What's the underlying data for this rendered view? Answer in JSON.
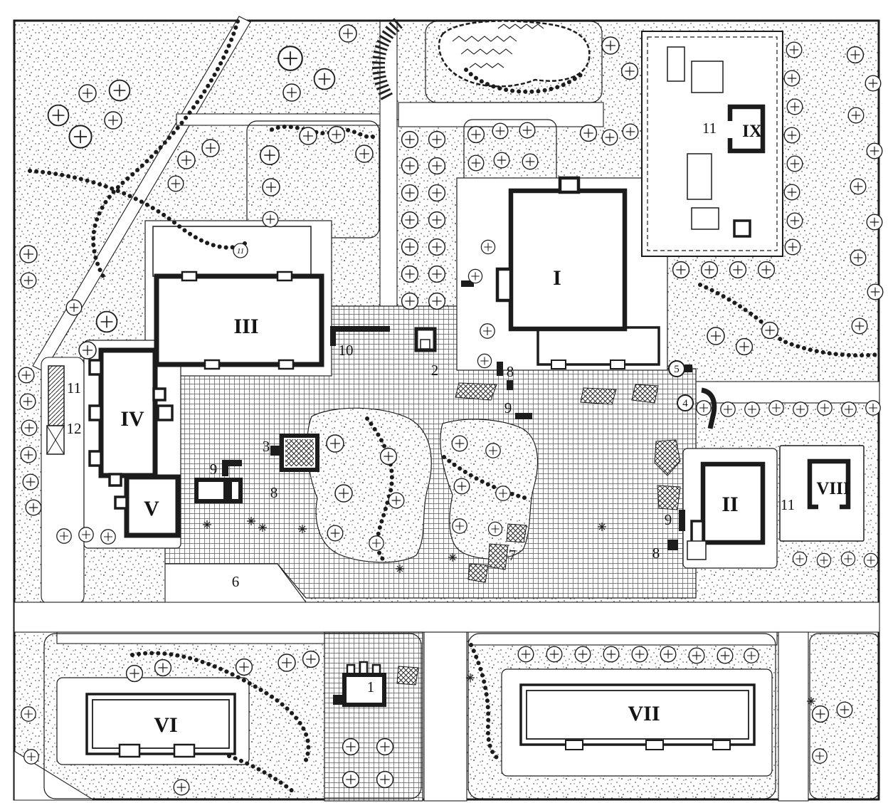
{
  "figure": {
    "ink_color": "#1c1c1c",
    "paper_color": "#ffffff"
  },
  "plan": {
    "buildings": [
      {
        "id": "building-I",
        "label": "I"
      },
      {
        "id": "building-II",
        "label": "II"
      },
      {
        "id": "building-III",
        "label": "III"
      },
      {
        "id": "building-IV",
        "label": "IV"
      },
      {
        "id": "building-V",
        "label": "V"
      },
      {
        "id": "building-VI",
        "label": "VI"
      },
      {
        "id": "building-VII",
        "label": "VII"
      },
      {
        "id": "building-VIII",
        "label": "VIII"
      },
      {
        "id": "building-IX",
        "label": "IX"
      }
    ],
    "markers": [
      {
        "id": "marker-1",
        "label": "1"
      },
      {
        "id": "marker-2",
        "label": "2"
      },
      {
        "id": "marker-3",
        "label": "3"
      },
      {
        "id": "marker-4",
        "label": "4",
        "circled": true
      },
      {
        "id": "marker-5",
        "label": "5",
        "circled": true
      },
      {
        "id": "marker-6",
        "label": "6"
      },
      {
        "id": "marker-7",
        "label": "7"
      },
      {
        "id": "marker-8-top",
        "label": "8"
      },
      {
        "id": "marker-8-left",
        "label": "8"
      },
      {
        "id": "marker-8-right",
        "label": "8"
      },
      {
        "id": "marker-9-top",
        "label": "9"
      },
      {
        "id": "marker-9-left",
        "label": "9"
      },
      {
        "id": "marker-9-right",
        "label": "9"
      },
      {
        "id": "marker-10",
        "label": "10"
      },
      {
        "id": "marker-11-ix",
        "label": "11"
      },
      {
        "id": "marker-11-left",
        "label": "11"
      },
      {
        "id": "marker-11-viii",
        "label": "11"
      },
      {
        "id": "marker-11-circle",
        "label": "11",
        "circled": true
      },
      {
        "id": "marker-12",
        "label": "12"
      }
    ]
  }
}
